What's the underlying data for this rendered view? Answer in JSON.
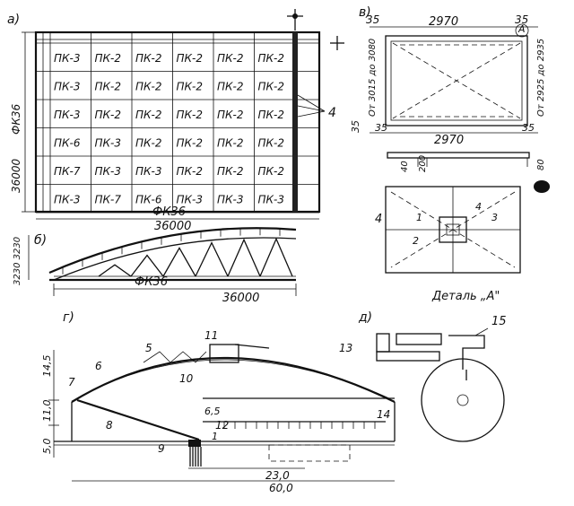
{
  "panels": {
    "a": {
      "label": "а)",
      "grid": [
        [
          "ПК-3",
          "ПК-2",
          "ПК-2",
          "ПК-2",
          "ПК-2",
          "ПК-2"
        ],
        [
          "ПК-3",
          "ПК-2",
          "ПК-2",
          "ПК-2",
          "ПК-2",
          "ПК-2"
        ],
        [
          "ПК-3",
          "ПК-2",
          "ПК-2",
          "ПК-2",
          "ПК-2",
          "ПК-2"
        ],
        [
          "ПК-6",
          "ПК-3",
          "ПК-2",
          "ПК-2",
          "ПК-2",
          "ПК-2"
        ],
        [
          "ПК-7",
          "ПК-3",
          "ПК-3",
          "ПК-2",
          "ПК-2",
          "ПК-2"
        ],
        [
          "ПК-3",
          "ПК-7",
          "ПК-6",
          "ПК-3",
          "ПК-3",
          "ПК-3"
        ]
      ],
      "side_beam": "ФК36",
      "side_dim": "36000",
      "bottom_beam": "ФК36",
      "bottom_dim": "36000",
      "callout": "4"
    },
    "b": {
      "label": "б)",
      "beam": "ФК36",
      "span": "36000",
      "heights": "3230 3230"
    },
    "v": {
      "label": "в)",
      "top_left": "35",
      "top_span": "2970",
      "top_right": "35",
      "bottom_left": "35",
      "bottom_span": "2970",
      "bottom_right": "35",
      "left_vertical": "От 3015 до 3080",
      "right_vertical": "От 2925 до 2935",
      "left_side": "35",
      "corner_mark": "А",
      "section_dims": [
        "40",
        "200",
        "80"
      ],
      "detail_numbers": [
        "4",
        "1",
        "2",
        "3",
        "4"
      ],
      "detail_caption": "Деталь „А\""
    },
    "g": {
      "label": "г)",
      "numbers": [
        "1",
        "5",
        "6",
        "7",
        "8",
        "9",
        "10",
        "11",
        "12",
        "13",
        "14"
      ],
      "heights": [
        "14,5",
        "11,0",
        "5,0"
      ],
      "dim_inner": "6,5",
      "span_inner": "23,0",
      "span_total": "60,0"
    },
    "d": {
      "label": "д)",
      "number": "15"
    }
  }
}
